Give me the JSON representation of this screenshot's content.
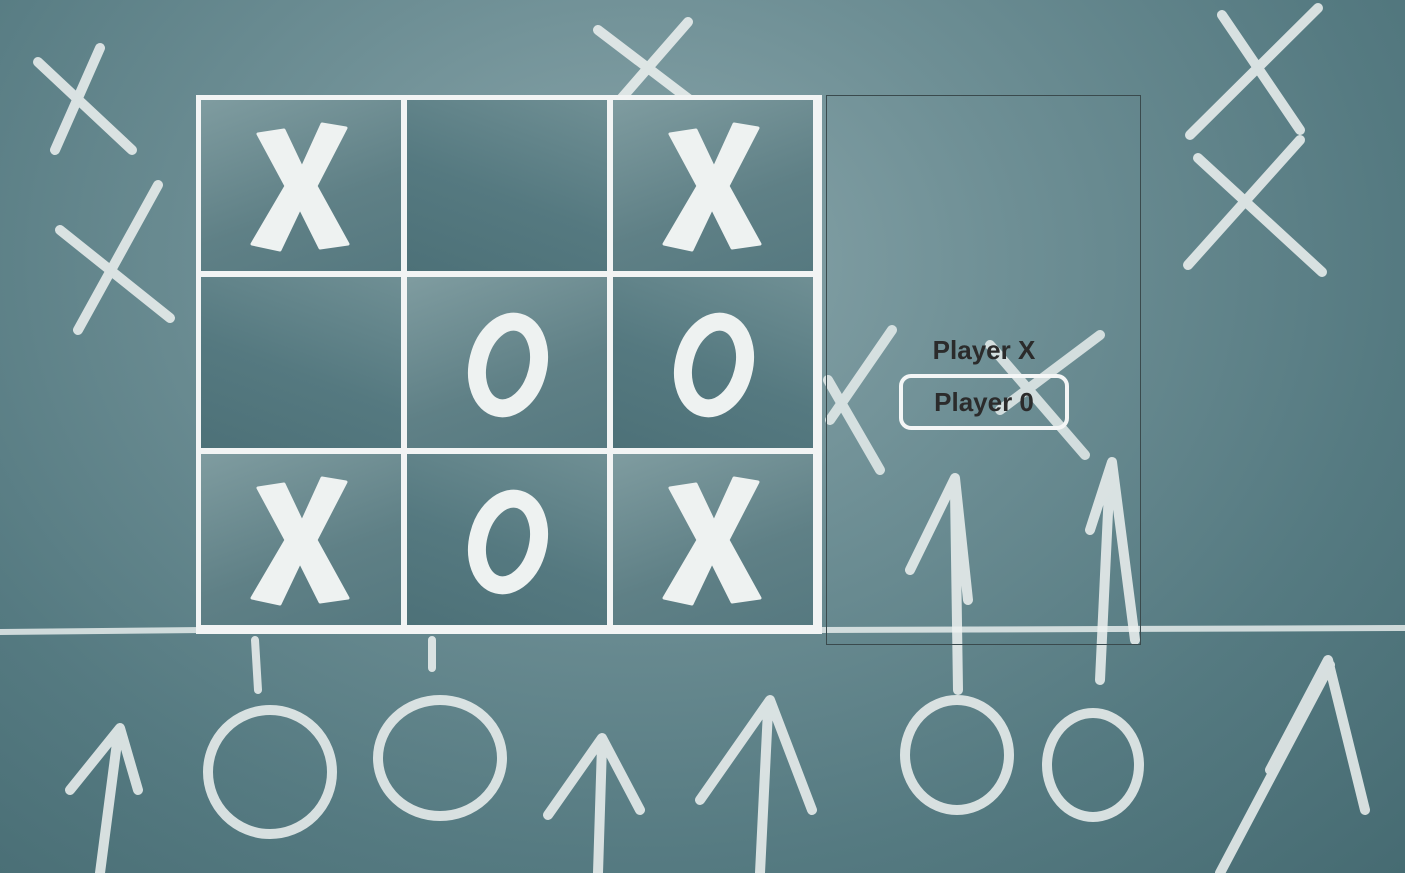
{
  "board": {
    "cells": [
      "X",
      "",
      "X",
      "",
      "O",
      "O",
      "X",
      "O",
      "X"
    ]
  },
  "players": {
    "player_x": "Player X",
    "player_o": "Player 0",
    "active": "player_o"
  },
  "colors": {
    "chalk": "#eef2f1",
    "board_border": "#f2f4f4",
    "player_text": "#2b2b2b"
  }
}
